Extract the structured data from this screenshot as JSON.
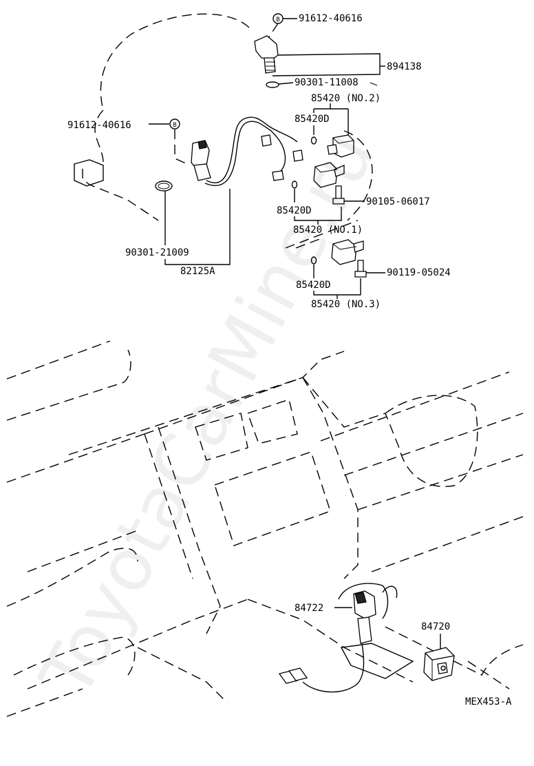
{
  "diagram": {
    "callouts": {
      "b_marker_top": "B",
      "bolt_top": "91612-40616",
      "sensor_top": "894138",
      "oring_top": "90301-11008",
      "actuator_no2": "85420 (NO.2)",
      "actuator_no2_sub": "85420D",
      "bolt_left": "91612-40616",
      "b_marker_left": "B",
      "bolt_mid": "90105-06017",
      "actuator_no1_sub": "85420D",
      "actuator_no1": "85420 (NO.1)",
      "oring_left": "90301-21009",
      "harness": "82125A",
      "actuator_no3_sub": "85420D",
      "bolt_low": "90119-05024",
      "actuator_no3": "85420 (NO.3)",
      "shift_switch": "84722",
      "console_switch": "84720",
      "figure_code": "MEX453-A"
    },
    "watermark": "ToyotaCarMine.ru"
  }
}
